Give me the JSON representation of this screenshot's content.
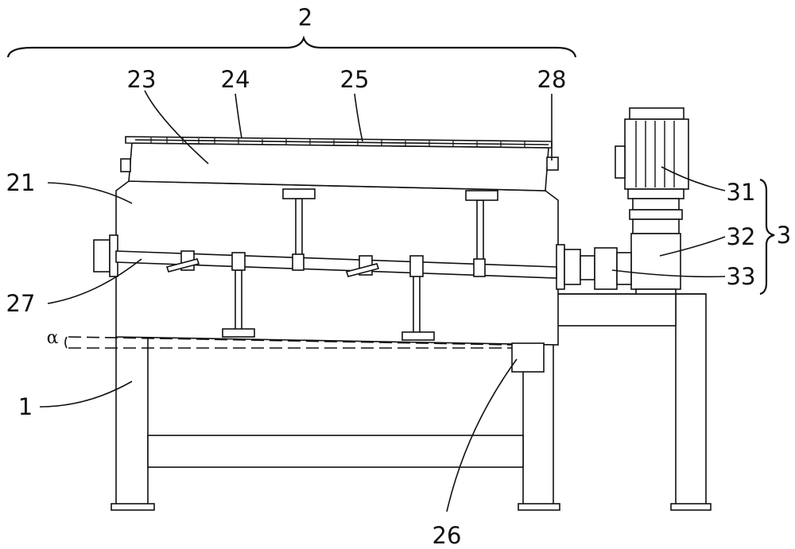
{
  "labels": {
    "assembly_2": "2",
    "part_23": "23",
    "part_24": "24",
    "part_25": "25",
    "part_28": "28",
    "part_21": "21",
    "part_27": "27",
    "part_1": "1",
    "part_26": "26",
    "part_31": "31",
    "part_32": "32",
    "part_33": "33",
    "assembly_3": "3",
    "angle_alpha": "α"
  }
}
